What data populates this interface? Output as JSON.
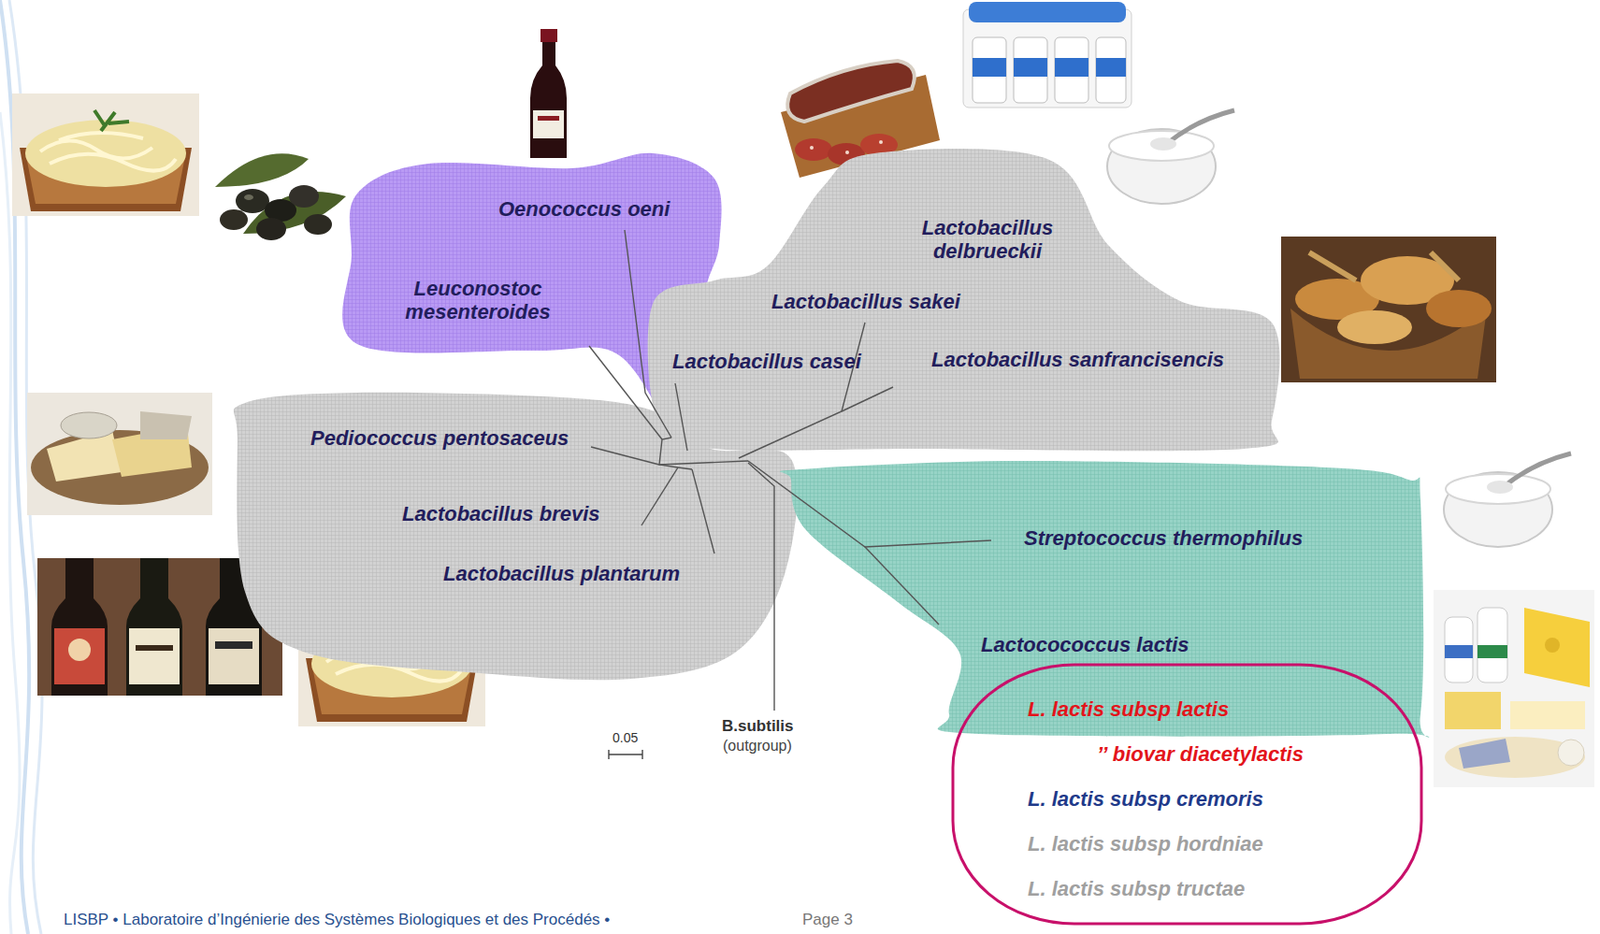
{
  "diagram": {
    "nodes": [
      {
        "text": [
          "Oenococcus oeni",
          "Leuconostoc mesenteroides"
        ]
      },
      {
        "text": [
          "Lactobacillus delbrueckii",
          "Lactobacillus sakei",
          "Lactobacillus casei",
          "Lactobacillus sanfrancisencis"
        ]
      },
      {
        "text": [
          "Pediococcus pentosaceus",
          "Lactobacillus brevis",
          "Lactobacillus plantarum"
        ]
      },
      {
        "text": [
          "Streptococcus thermophilus",
          "Lactocococcus lactis"
        ]
      },
      {
        "text": [
          "L. lactis subsp lactis",
          "’’ biovar diacetylactis",
          "L. lactis subsp cremoris",
          "L. lactis subsp hordniae",
          "L. lactis subsp tructae"
        ]
      }
    ],
    "labels": [
      "B.subtilis",
      "(outgroup)",
      "0.05",
      "LISBP • Laboratoire d’Ingénierie des Systèmes Biologiques et des Procédés •",
      "Page 3"
    ]
  }
}
